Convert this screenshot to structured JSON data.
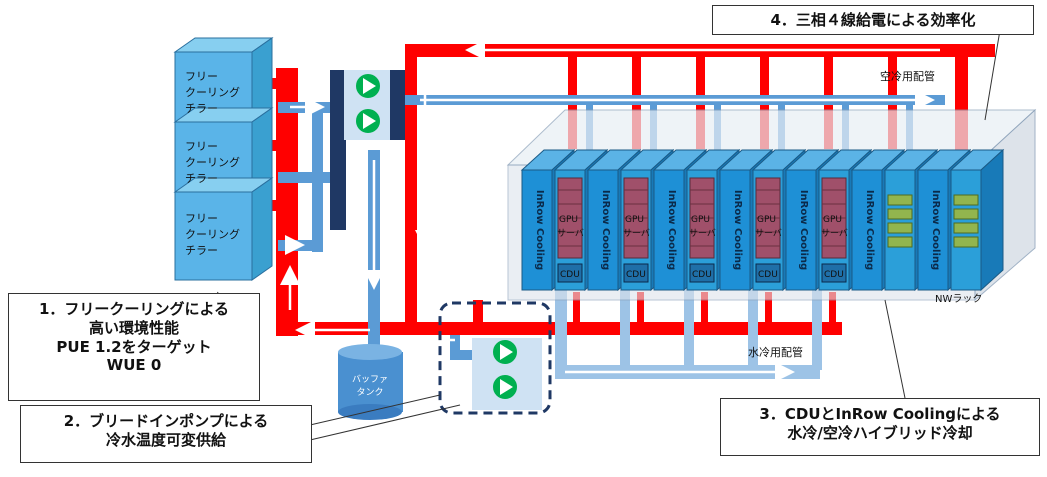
{
  "chillers": [
    {
      "lines": [
        "フリー",
        "クーリング",
        "チラー"
      ]
    },
    {
      "lines": [
        "フリー",
        "クーリング",
        "チラー"
      ]
    },
    {
      "lines": [
        "フリー",
        "クーリング",
        "チラー"
      ]
    }
  ],
  "tank": {
    "lines": [
      "バッファ",
      "タンク"
    ]
  },
  "labels": {
    "air_piping": "空冷用配管",
    "water_piping": "水冷用配管",
    "nw_rack": "NWラック",
    "inrow": "InRow Cooling",
    "gpu_server": [
      "GPU",
      "サーバ"
    ],
    "cdu": "CDU"
  },
  "callouts": [
    {
      "lines": [
        "1．フリークーリングによる",
        "高い環境性能",
        "PUE 1.2をターゲット",
        "WUE  0"
      ]
    },
    {
      "lines": [
        "2．ブリードインポンプによる",
        "冷水温度可変供給"
      ]
    },
    {
      "lines": [
        "3．CDUとInRow Coolingによる",
        "水冷/空冷ハイブリッド冷却"
      ]
    },
    {
      "lines": [
        "4．三相４線給電による効率化"
      ]
    }
  ],
  "colors": {
    "hot_pipe": "#ff0000",
    "cold_pipe": "#5b9bd5",
    "light_pipe": "#9dc3e6",
    "chiller": "#5ab4e8",
    "rack": "#1e90d6",
    "server": "#a0506a",
    "pump": "#00b050",
    "dark_header": "#1f3864",
    "nw_switch": "#92b54e"
  }
}
